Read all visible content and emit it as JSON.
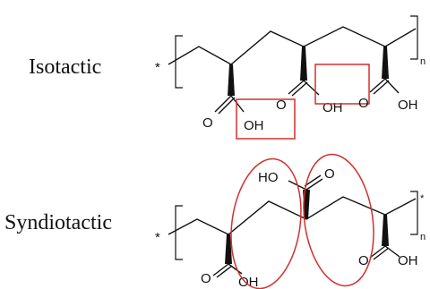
{
  "labels": {
    "isotactic": "Isotactic",
    "syndiotactic": "Syndiotactic"
  },
  "atoms": {
    "oxygen": "O",
    "hydroxyl": "OH",
    "hydroxyl_reversed": "HO",
    "end_group": "*",
    "repeat": "n"
  },
  "colors": {
    "ink": "#111111",
    "highlight": "#d32f2f"
  }
}
